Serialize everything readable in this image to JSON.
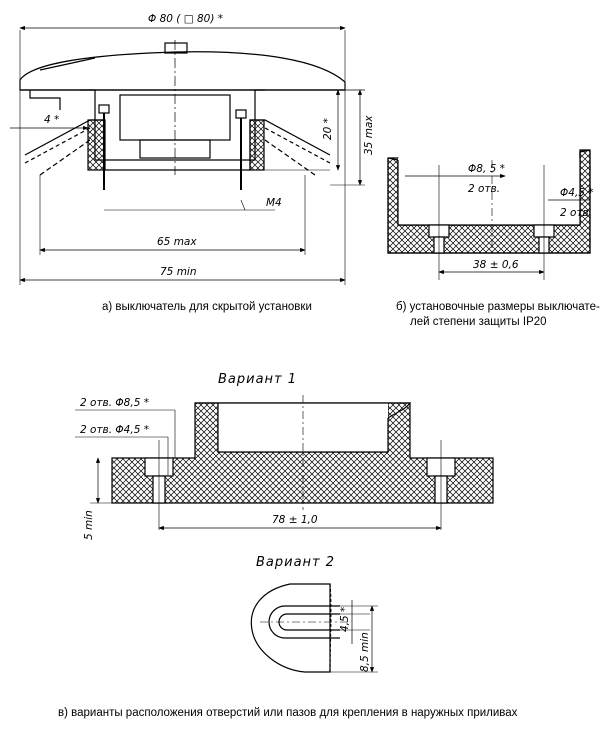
{
  "figure_a": {
    "dims": {
      "diameter": "Φ 80 ( □ 80) *",
      "gap": "4 *",
      "height_20": "20 *",
      "height_35": "35 max",
      "thread": "M4",
      "width_65": "65 max",
      "width_75": "75 min"
    },
    "caption": "а) выключатель для скрытой установки"
  },
  "figure_b": {
    "dims": {
      "hole_large": "Φ8, 5 *",
      "holes_count_left": "2 отв.",
      "hole_small": "Φ4,5 *",
      "holes_count_right": "2 отв.",
      "spacing": "38 ± 0,6"
    },
    "caption_line1": "б) установочные размеры выключате-",
    "caption_line2": "лей степени защиты IP20"
  },
  "figure_c": {
    "variant1_title": "Вариант 1",
    "variant2_title": "Вариант 2",
    "dims": {
      "holes_large": "2 отв. Φ8,5 *",
      "holes_small": "2 отв. Φ4,5 *",
      "spacing": "78 ± 1,0",
      "min_depth": "5 min",
      "slot_width": "4,5 *",
      "slot_min": "8,5 min"
    },
    "caption": "в) варианты расположения отверстий или пазов для крепления в наружных приливах"
  }
}
